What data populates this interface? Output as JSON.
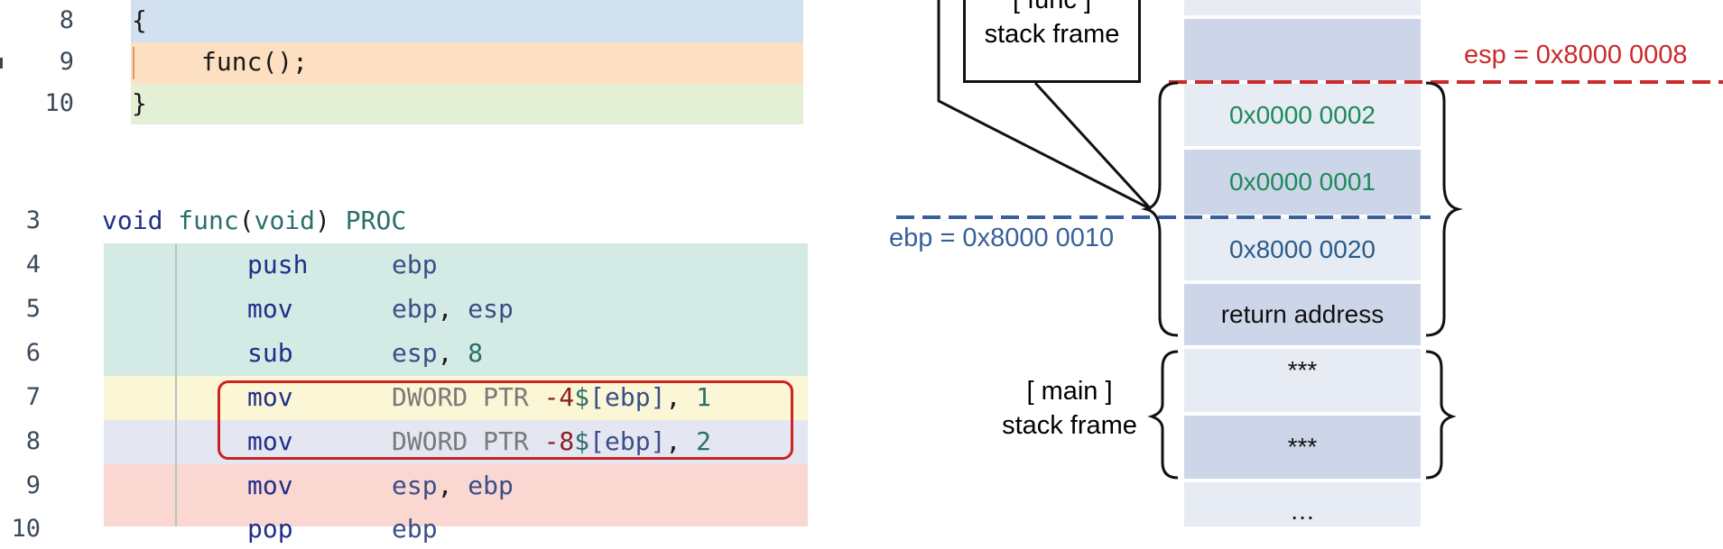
{
  "source": {
    "lines": [
      {
        "num": "8",
        "text": "{"
      },
      {
        "num": "9",
        "text": "func();"
      },
      {
        "num": "10",
        "text": "}"
      }
    ]
  },
  "asm": {
    "header": {
      "num": "3",
      "void": "void",
      "fn": "func",
      "open": "(",
      "arg": "void",
      "close": ")",
      "proc": "PROC"
    },
    "rows": [
      {
        "num": "4",
        "mn": "push",
        "op": "ebp"
      },
      {
        "num": "5",
        "mn": "mov",
        "op1": "ebp",
        "sep": ", ",
        "op2": "esp"
      },
      {
        "num": "6",
        "mn": "sub",
        "op1": "esp",
        "sep": ", ",
        "op2": "8"
      },
      {
        "num": "7",
        "mn": "mov",
        "ptr": "DWORD PTR ",
        "off": "-4",
        "dollar": "$",
        "br": "[ebp]",
        "sep": ", ",
        "val": "1"
      },
      {
        "num": "8",
        "mn": "mov",
        "ptr": "DWORD PTR ",
        "off": "-8",
        "dollar": "$",
        "br": "[ebp]",
        "sep": ", ",
        "val": "2"
      },
      {
        "num": "9",
        "mn": "mov",
        "op1": "esp",
        "sep": ", ",
        "op2": "ebp"
      },
      {
        "num": "10",
        "mn": "pop",
        "op": "ebp"
      }
    ]
  },
  "stack": {
    "cells": [
      {
        "text": ""
      },
      {
        "text": ""
      },
      {
        "text": "0x0000 0002"
      },
      {
        "text": "0x0000 0001"
      },
      {
        "text": "0x8000 0020"
      },
      {
        "text": "return address"
      },
      {
        "text": "***"
      },
      {
        "text": "***"
      },
      {
        "text": "…"
      }
    ],
    "labels": {
      "func_frame_line1": "[ func ]",
      "func_frame_line2": "stack frame",
      "main_frame_line1": "[ main ]",
      "main_frame_line2": "stack frame",
      "esp": "esp = 0x8000 0008",
      "ebp": "ebp = 0x8000 0010"
    }
  },
  "colors": {
    "esp_line": "#cc2a2a",
    "ebp_line": "#3a5f9a",
    "highlight_box": "#cc2222"
  }
}
